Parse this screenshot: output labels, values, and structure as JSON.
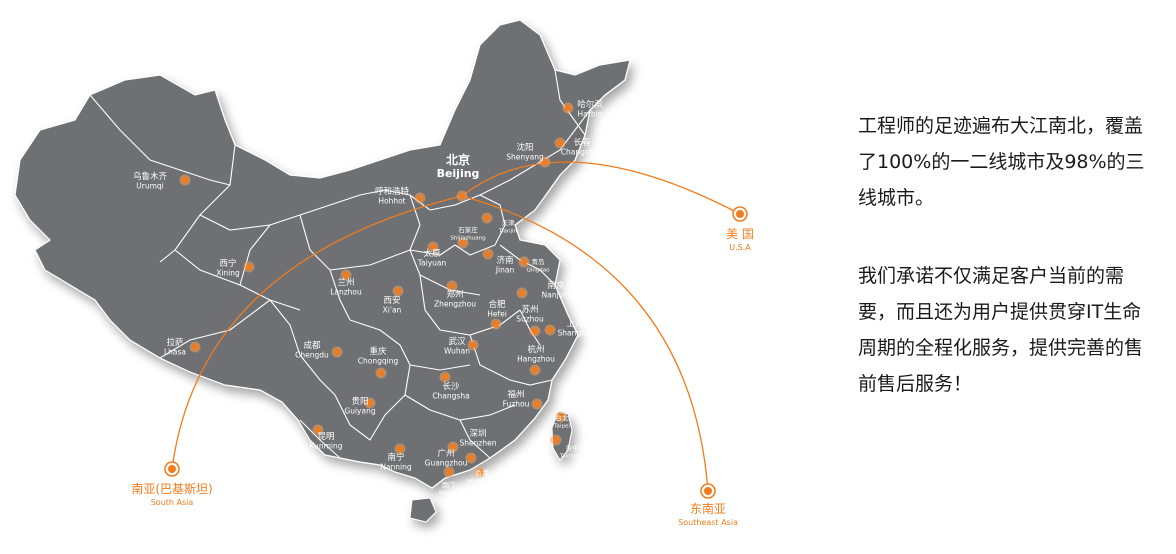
{
  "cities": [
    {
      "id": "harbin",
      "cn": "哈尔滨",
      "en": "Harbin"
    },
    {
      "id": "changchun",
      "cn": "长春",
      "en": "Changchun"
    },
    {
      "id": "shenyang",
      "cn": "沈阳",
      "en": "Shenyang"
    },
    {
      "id": "urumqi",
      "cn": "乌鲁木齐",
      "en": "Urumqi"
    },
    {
      "id": "beijing",
      "cn": "北京",
      "en": "Beijing"
    },
    {
      "id": "hohhot",
      "cn": "呼和浩特",
      "en": "Hohhot"
    },
    {
      "id": "tianjin",
      "cn": "天津",
      "en": "Tianjin"
    },
    {
      "id": "shijiazhuang",
      "cn": "石家庄",
      "en": "Shijiazhuang"
    },
    {
      "id": "taiyuan",
      "cn": "太原",
      "en": "Taiyuan"
    },
    {
      "id": "jinan",
      "cn": "济南",
      "en": "Jinan"
    },
    {
      "id": "qingdao",
      "cn": "青岛",
      "en": "Qingdao"
    },
    {
      "id": "xining",
      "cn": "西宁",
      "en": "Xining"
    },
    {
      "id": "lanzhou",
      "cn": "兰州",
      "en": "Lanzhou"
    },
    {
      "id": "xian",
      "cn": "西安",
      "en": "Xi'an"
    },
    {
      "id": "zhengzhou",
      "cn": "郑州",
      "en": "Zhengzhou"
    },
    {
      "id": "nanjing",
      "cn": "南京",
      "en": "Nanjing"
    },
    {
      "id": "hefei",
      "cn": "合肥",
      "en": "Hefei"
    },
    {
      "id": "suzhou",
      "cn": "苏州",
      "en": "Suzhou"
    },
    {
      "id": "shanghai",
      "cn": "上海",
      "en": "Shanghai"
    },
    {
      "id": "lhasa",
      "cn": "拉萨",
      "en": "Lhasa"
    },
    {
      "id": "chengdu",
      "cn": "成都",
      "en": "Chengdu"
    },
    {
      "id": "chongqing",
      "cn": "重庆",
      "en": "Chongqing"
    },
    {
      "id": "wuhan",
      "cn": "武汉",
      "en": "Wuhan"
    },
    {
      "id": "hangzhou",
      "cn": "杭州",
      "en": "Hangzhou"
    },
    {
      "id": "changsha",
      "cn": "长沙",
      "en": "Changsha"
    },
    {
      "id": "guiyang",
      "cn": "贵阳",
      "en": "Guiyang"
    },
    {
      "id": "fuzhou",
      "cn": "福州",
      "en": "Fuzhou"
    },
    {
      "id": "kunming",
      "cn": "昆明",
      "en": "Kunming"
    },
    {
      "id": "shenzhen",
      "cn": "深圳",
      "en": "Shenzhen"
    },
    {
      "id": "nanning",
      "cn": "南宁",
      "en": "Nanning"
    },
    {
      "id": "guangzhou",
      "cn": "广州",
      "en": "Guangzhou"
    },
    {
      "id": "hongkong",
      "cn": "香港",
      "en": "Hong Kong"
    },
    {
      "id": "macau",
      "cn": "澳门",
      "en": "Macau"
    },
    {
      "id": "taipei",
      "cn": "台北",
      "en": "Taipei"
    },
    {
      "id": "taichung",
      "cn": "台中",
      "en": "Taichung"
    }
  ],
  "destinations": [
    {
      "id": "usa",
      "cn": "美 国",
      "en": "U.S.A"
    },
    {
      "id": "south-asia",
      "cn": "南亚(巴基斯坦)",
      "en": "South Asia"
    },
    {
      "id": "southeast-asia",
      "cn": "东南亚",
      "en": "Southeast Asia"
    }
  ],
  "description": {
    "paragraph1": "工程师的足迹遍布大江南北，覆盖了100%的一二线城市及98%的三线城市。",
    "paragraph2": "我们承诺不仅满足客户当前的需要，而且还为用户提供贯穿IT生命周期的全程化服务，提供完善的售前售后服务！"
  },
  "colors": {
    "map_fill": "#6e6f73",
    "map_border": "#ffffff",
    "accent": "#f07c1e",
    "city_label": "#ffffff"
  }
}
